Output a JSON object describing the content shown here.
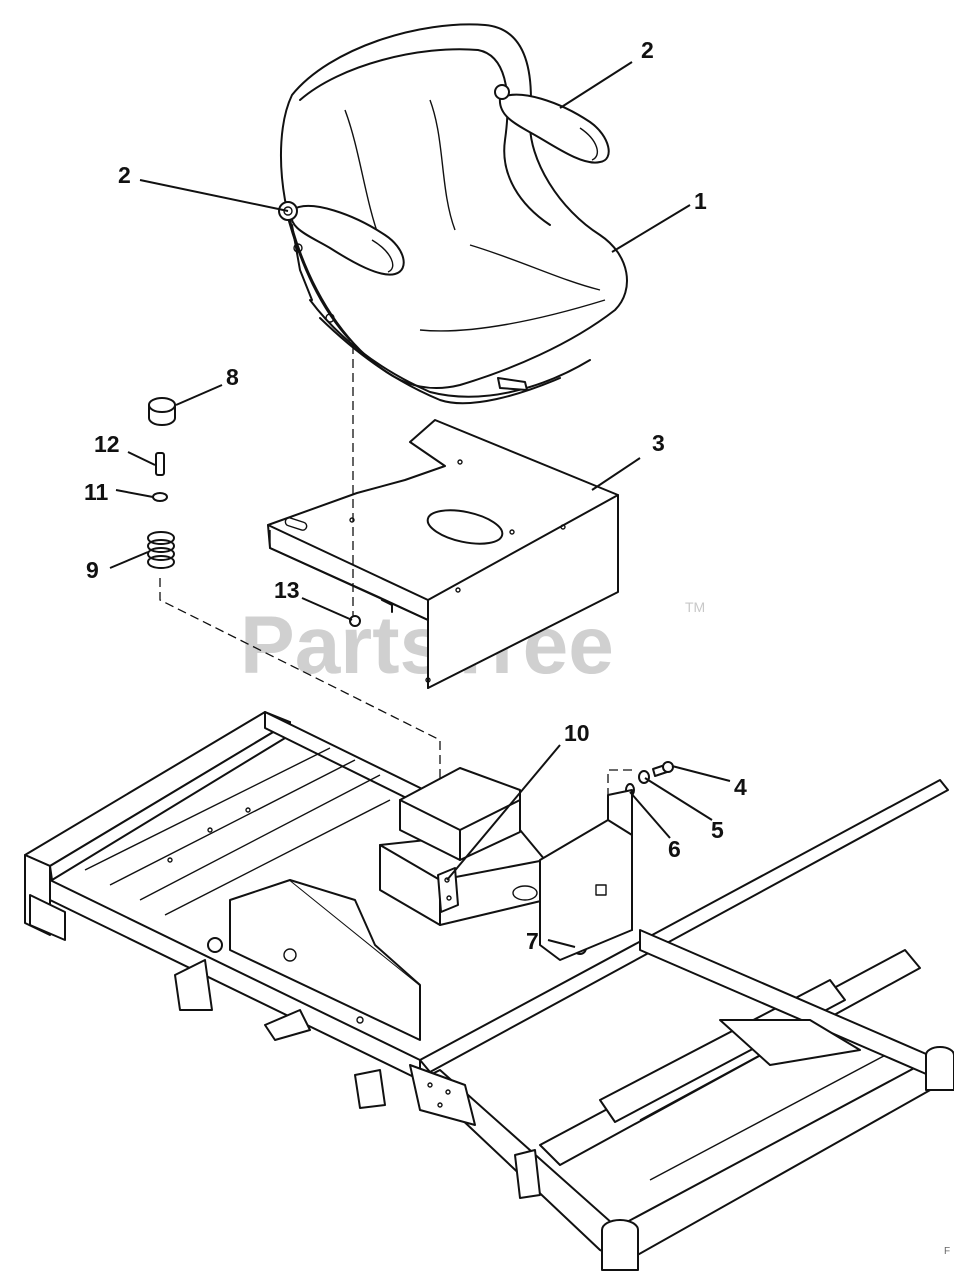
{
  "watermark": {
    "text": "PartsTree",
    "trademark": "TM"
  },
  "corner_mark": "F",
  "callouts": {
    "seat": "1",
    "armrest_right": "2",
    "armrest_left": "2",
    "seat_pan": "3",
    "bolt": "4",
    "washer_5": "5",
    "washer_6": "6",
    "nut_7": "7",
    "bumper": "8",
    "spring": "9",
    "pivot_latch": "10",
    "washer_11": "11",
    "pin": "12",
    "nut_13": "13"
  },
  "colors": {
    "line": "#111111",
    "watermark": "#d0d0d0",
    "background": "#ffffff"
  }
}
